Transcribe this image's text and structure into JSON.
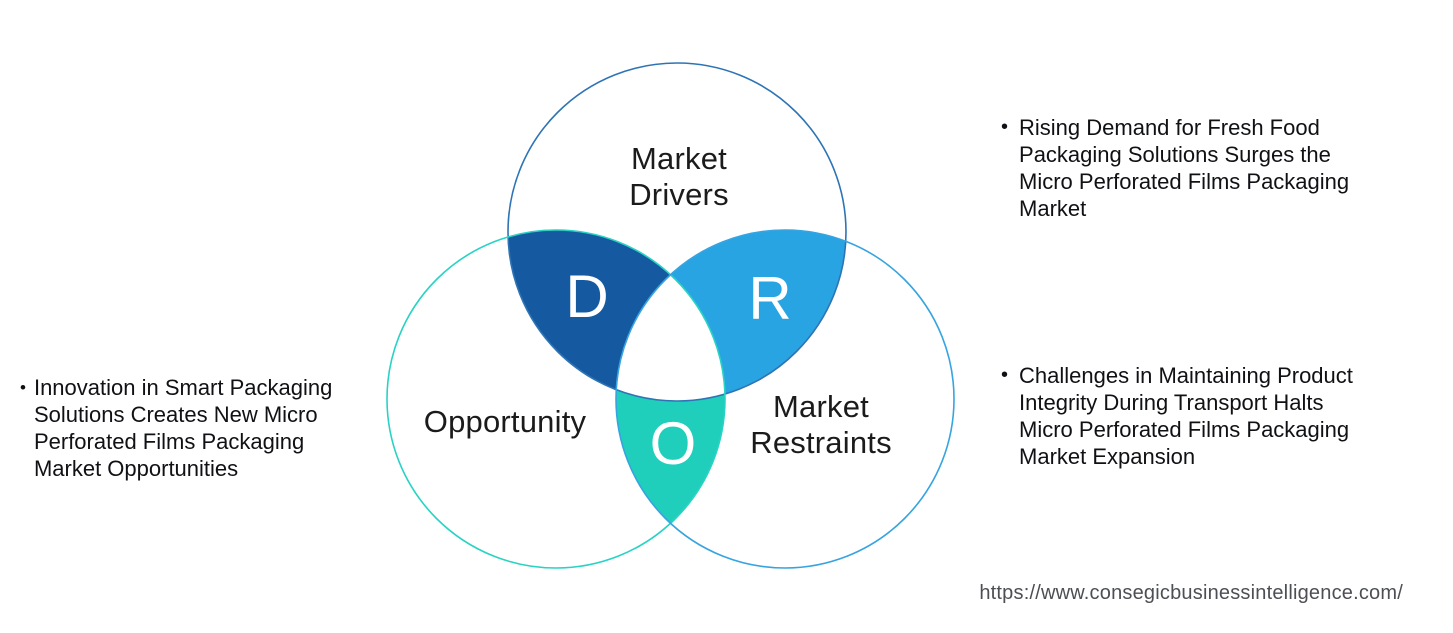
{
  "venn": {
    "drivers": {
      "label": "Market\nDrivers",
      "letter": "D",
      "lens_fill": "#155AA0",
      "outline": "#2E74B5"
    },
    "restraints": {
      "label": "Market\nRestraints",
      "letter": "R",
      "lens_fill": "#29A4E2",
      "outline": "#36A4E0"
    },
    "opportunity": {
      "label": "Opportunity",
      "letter": "O",
      "lens_fill": "#1FCFBC",
      "outline": "#29D3C4"
    },
    "center_fill": "#FFFFFF"
  },
  "bullets": {
    "char": "•",
    "left": "Innovation in Smart Packaging\nSolutions Creates New Micro\nPerforated Films Packaging\nMarket Opportunities",
    "right_top": "Rising Demand for Fresh Food\nPackaging Solutions Surges the\nMicro Perforated Films Packaging\nMarket",
    "right_bottom": "Challenges in Maintaining Product\nIntegrity During Transport Halts\nMicro Perforated Films Packaging\nMarket Expansion"
  },
  "footer": {
    "url": "https://www.consegicbusinessintelligence.com/"
  }
}
